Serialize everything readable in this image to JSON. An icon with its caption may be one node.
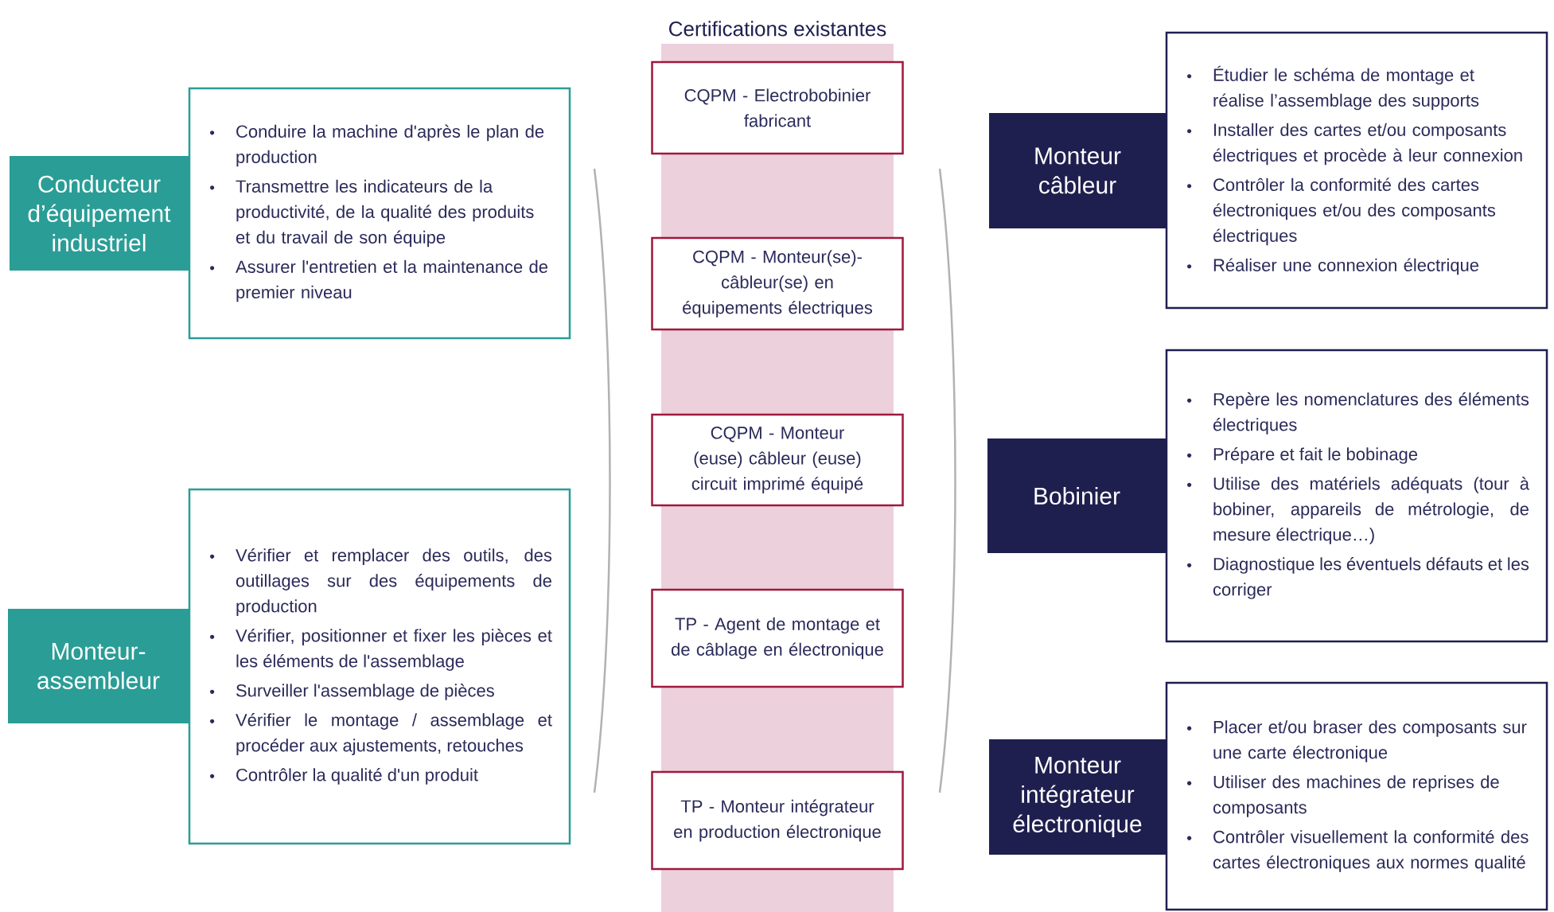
{
  "diagram": {
    "nodes": [
      {
        "text": [
          "Conducteur d’équipement industriel"
        ]
      },
      {
        "text": [
          "Conduire la machine d'après le plan de production",
          "Transmettre les indicateurs de la productivité, de la qualité des produits et du travail de son équipe",
          "Assurer l'entretien et la maintenance de premier niveau"
        ]
      },
      {
        "text": [
          "Monteur-assembleur"
        ]
      },
      {
        "text": [
          "Vérifier et remplacer des outils, des outillages sur des équipements de production",
          "Vérifier, positionner et fixer les pièces et les éléments de l'assemblage",
          "Surveiller l'assemblage de pièces",
          "Vérifier le montage / assemblage et procéder aux ajustements, retouches",
          "Contrôler la qualité d'un produit"
        ]
      },
      {
        "text": [
          "Certifications existantes"
        ]
      },
      {
        "text": [
          "CQPM - Electrobobinier fabricant"
        ],
        "in": 4
      },
      {
        "text": [
          "CQPM - Monteur(se)-câbleur(se) en équipements électriques"
        ],
        "in": 4
      },
      {
        "text": [
          "CQPM - Monteur (euse) câbleur (euse) circuit imprimé équipé"
        ],
        "in": 4
      },
      {
        "text": [
          "TP - Agent de montage et de câblage en électronique"
        ],
        "in": 4
      },
      {
        "text": [
          "TP - Monteur intégrateur en production électronique"
        ],
        "in": 4
      },
      {
        "text": [
          "Monteur câbleur"
        ]
      },
      {
        "text": [
          "Étudier le schéma de montage et réalise l’assemblage des supports",
          "Installer des cartes et/ou composants électriques et procède à leur connexion",
          "Contrôler la conformité des cartes électroniques et/ou des composants électriques",
          "Réaliser une connexion électrique"
        ]
      },
      {
        "text": [
          "Bobinier"
        ]
      },
      {
        "text": [
          "Repère les nomenclatures des éléments électriques",
          "Prépare et fait le bobinage",
          "Utilise des matériels adéquats (tour à bobiner, appareils de métrologie, de mesure électrique…)",
          "Diagnostique les éventuels défauts et les corriger"
        ]
      },
      {
        "text": [
          "Monteur intégrateur électronique"
        ]
      },
      {
        "text": [
          "Placer et/ou braser des composants sur une carte électronique",
          "Utiliser des machines de reprises de composants",
          "Contrôler visuellement la conformité des cartes électroniques aux normes qualité"
        ]
      }
    ]
  }
}
